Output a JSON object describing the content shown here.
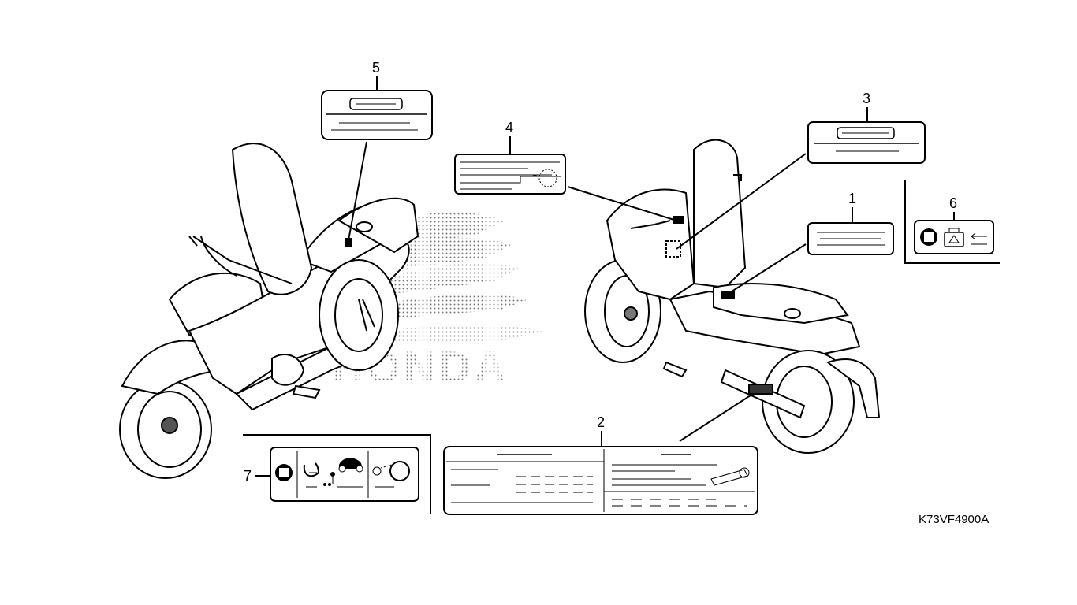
{
  "diagram": {
    "brand_watermark": "HONDA",
    "part_code": "K73VF4900A",
    "callouts": [
      {
        "id": "1",
        "label": "1"
      },
      {
        "id": "2",
        "label": "2"
      },
      {
        "id": "3",
        "label": "3"
      },
      {
        "id": "4",
        "label": "4"
      },
      {
        "id": "5",
        "label": "5"
      },
      {
        "id": "6",
        "label": "6"
      },
      {
        "id": "7",
        "label": "7"
      }
    ]
  }
}
